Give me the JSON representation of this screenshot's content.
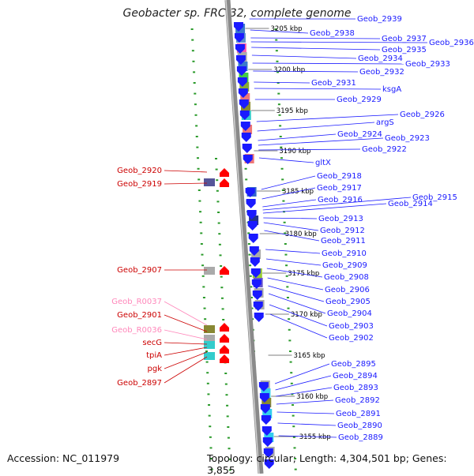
{
  "header": {
    "title": "Geobacter sp. FRC-32, complete genome"
  },
  "footer": {
    "accession": "Accession: NC_011979",
    "topology": "Topology: circular; Length: 4,304,501 bp; Genes: 3,855"
  },
  "kbp_labels": [
    "3205 kbp",
    "3200 kbp",
    "3195 kbp",
    "3190 kbp",
    "3185 kbp",
    "3180 kbp",
    "3175 kbp",
    "3170 kbp",
    "3165 kbp",
    "3160 kbp",
    "3155 kbp"
  ],
  "labels_right": [
    "Geob_2939",
    "Geob_2938",
    "Geob_2937",
    "Geob_2936",
    "Geob_2935",
    "Geob_2934",
    "Geob_2933",
    "Geob_2932",
    "Geob_2931",
    "ksgA",
    "Geob_2929",
    "Geob_2926",
    "argS",
    "Geob_2924",
    "Geob_2923",
    "Geob_2922",
    "gltX",
    "Geob_2918",
    "Geob_2917",
    "Geob_2916",
    "Geob_2915",
    "Geob_2914",
    "Geob_2913",
    "Geob_2912",
    "Geob_2911",
    "Geob_2910",
    "Geob_2909",
    "Geob_2908",
    "Geob_2906",
    "Geob_2905",
    "Geob_2904",
    "Geob_2903",
    "Geob_2902",
    "Geob_2895",
    "Geob_2894",
    "Geob_2893",
    "Geob_2892",
    "Geob_2891",
    "Geob_2890",
    "Geob_2889"
  ],
  "labels_left": [
    "Geob_2920",
    "Geob_2919",
    "Geob_2907",
    "Geob_R0037",
    "Geob_2901",
    "Geob_R0036",
    "secG",
    "tpiA",
    "pgk",
    "Geob_2897"
  ],
  "colors": {
    "forward_gene": "#1a1aff",
    "reverse_gene": "#ff0000",
    "rna_label": "#ff88bb",
    "backbone": "#8a8a8a"
  }
}
